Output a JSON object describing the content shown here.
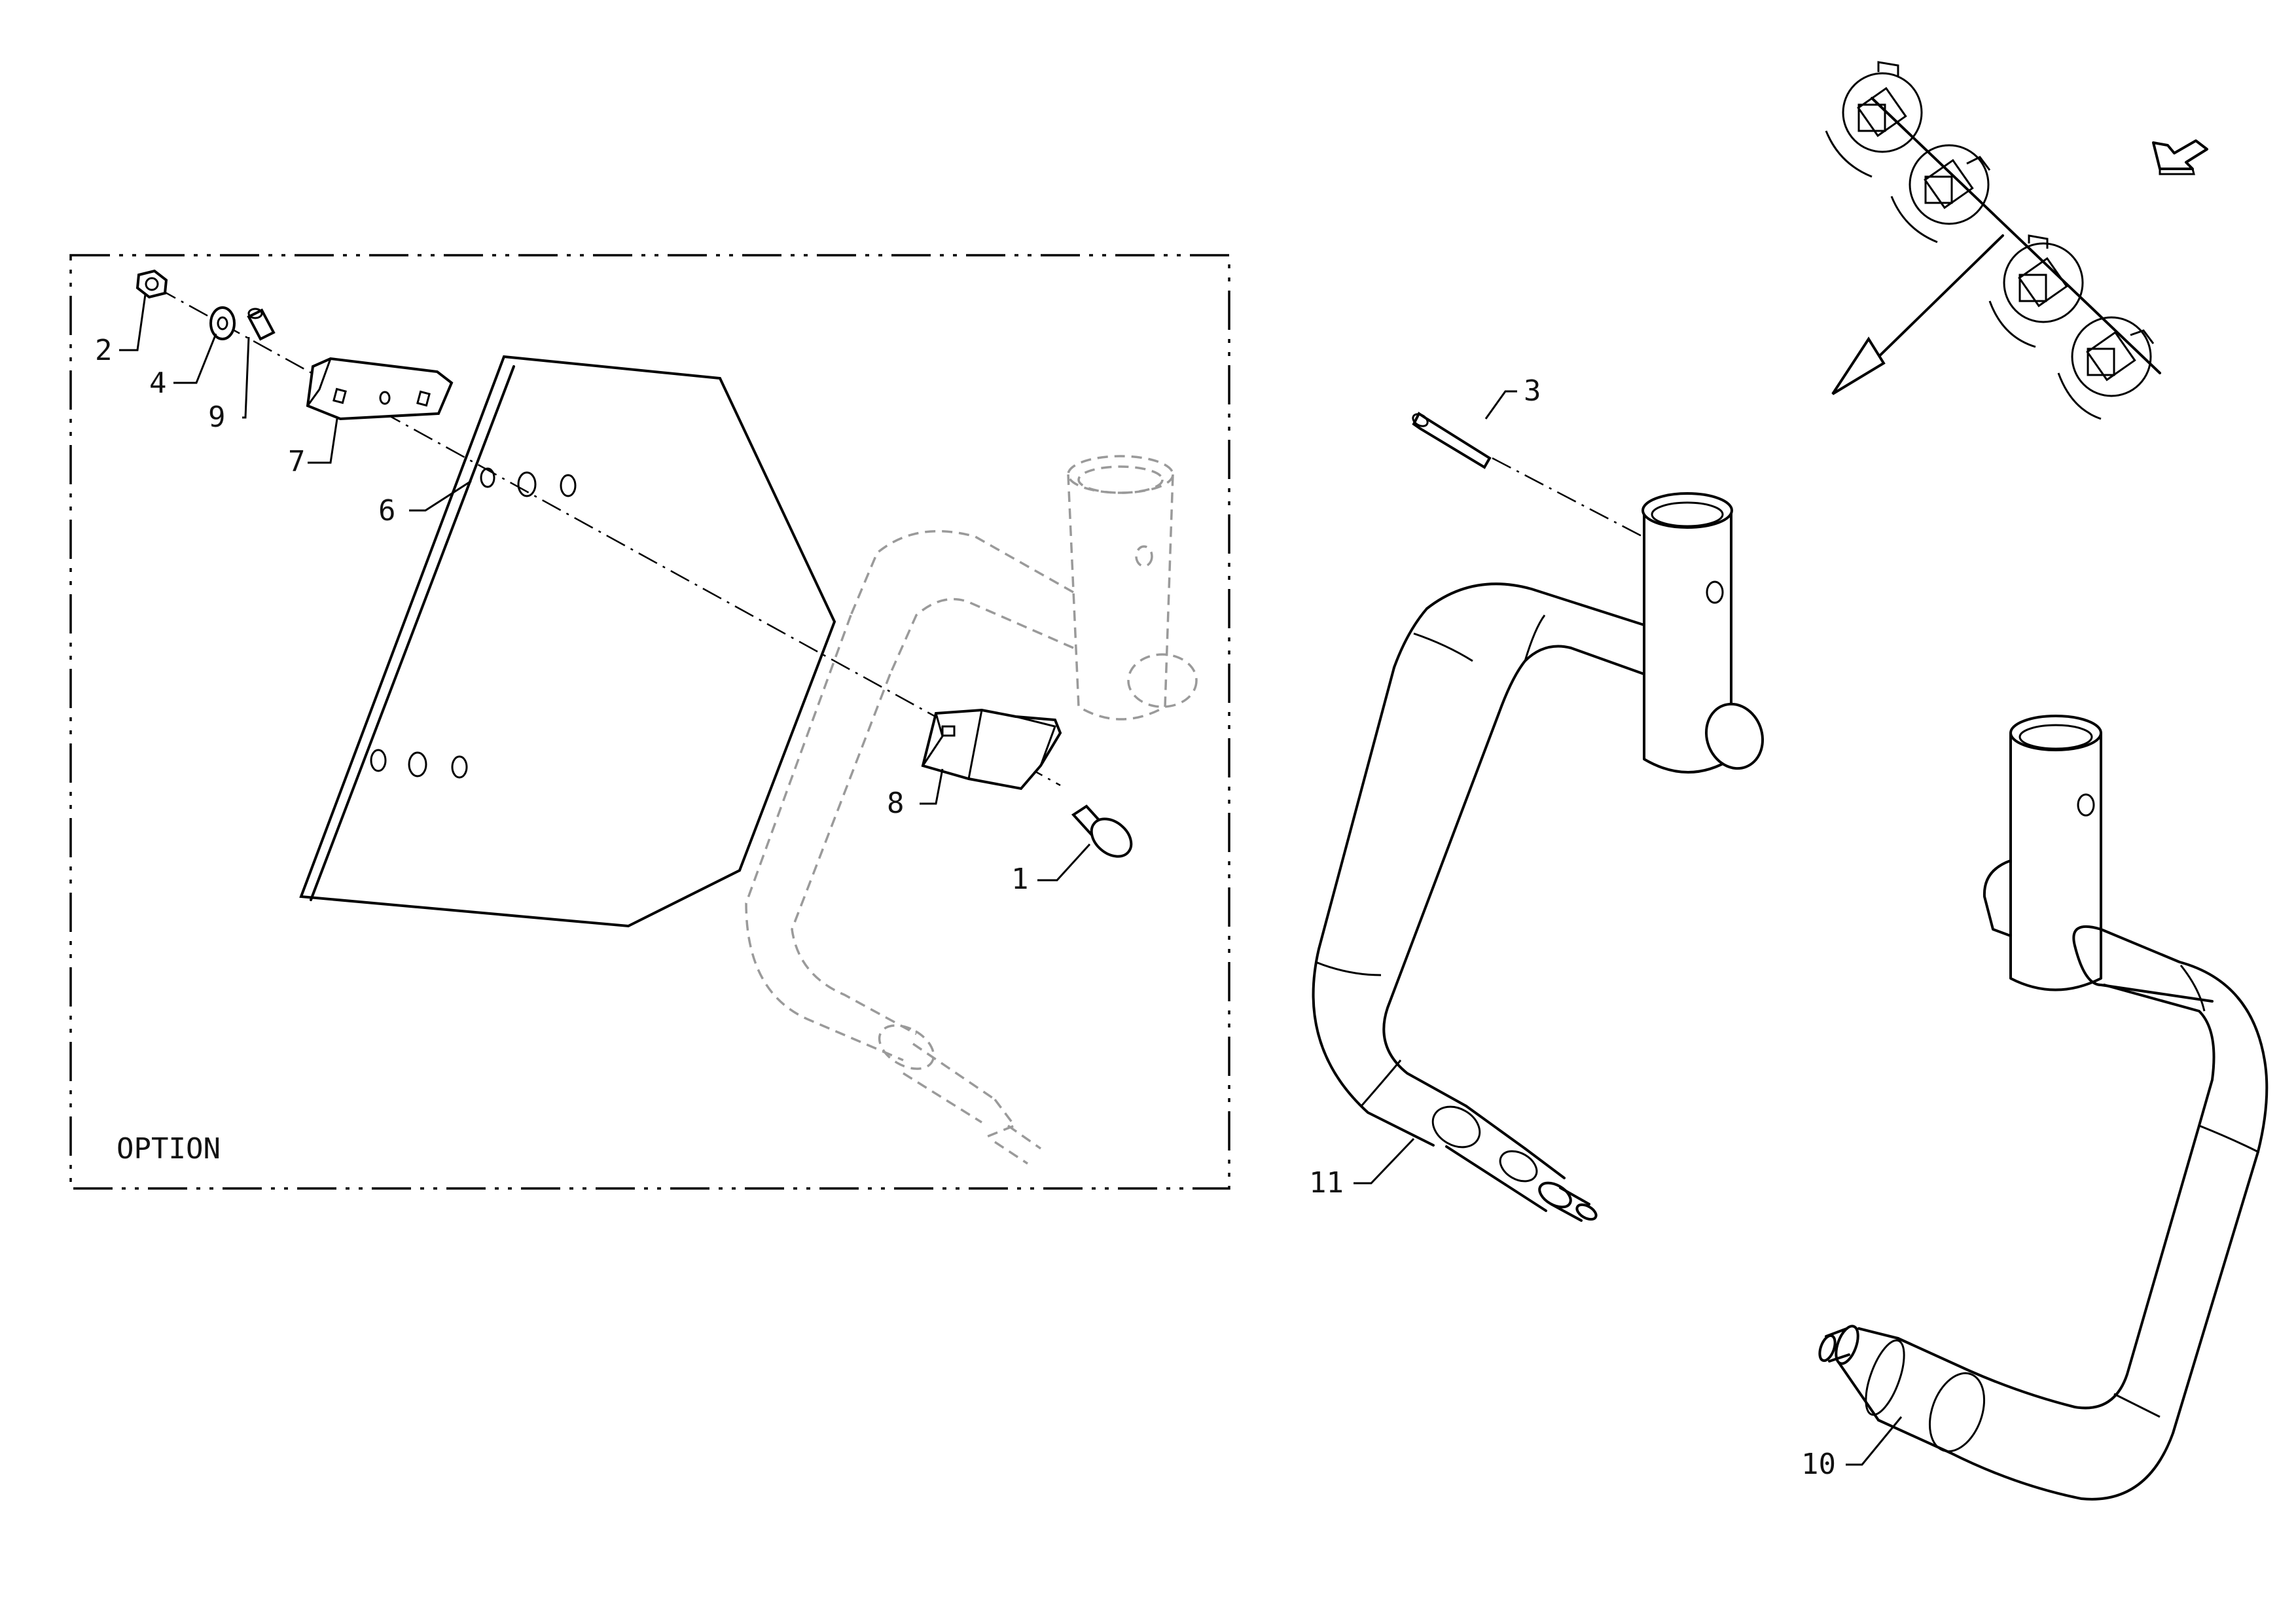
{
  "option_box": {
    "label": "OPTION"
  },
  "callouts": [
    {
      "id": "c1",
      "number": "1",
      "part": "bolt"
    },
    {
      "id": "c2",
      "number": "2",
      "part": "nut"
    },
    {
      "id": "c3",
      "number": "3",
      "part": "pin"
    },
    {
      "id": "c4",
      "number": "4",
      "part": "washer"
    },
    {
      "id": "c6",
      "number": "6",
      "part": "shield-plate"
    },
    {
      "id": "c7",
      "number": "7",
      "part": "clamp-plate"
    },
    {
      "id": "c8",
      "number": "8",
      "part": "clamp"
    },
    {
      "id": "c9",
      "number": "9",
      "part": "spacer"
    },
    {
      "id": "c10",
      "number": "10",
      "part": "handle-right"
    },
    {
      "id": "c11",
      "number": "11",
      "part": "handle-left"
    }
  ],
  "icons": {
    "orientation": "orientation-diagram-icon",
    "view_arrow": "view-direction-arrow-icon"
  },
  "colors": {
    "line": "#000000",
    "ghost": "#9a9a9a",
    "background": "#ffffff"
  }
}
